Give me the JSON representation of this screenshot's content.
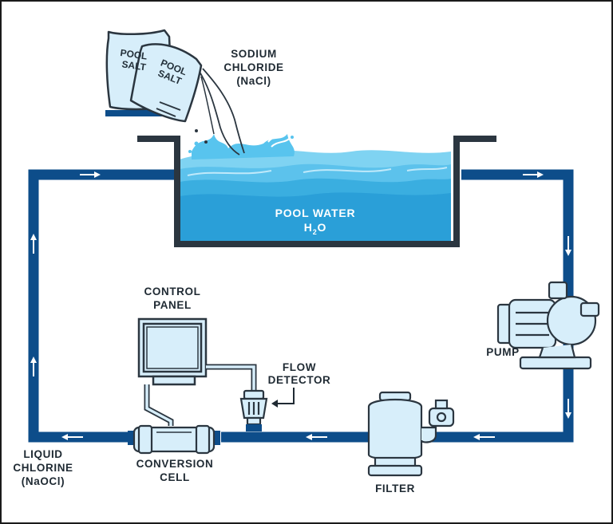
{
  "labels": {
    "sodium": [
      "SODIUM",
      "CHLORIDE",
      "(NaCl)"
    ],
    "pool_water": "POOL WATER",
    "h2o": {
      "h": "H",
      "sub": "2",
      "o": "O"
    },
    "control_panel": [
      "CONTROL",
      "PANEL"
    ],
    "flow_detector": [
      "FLOW",
      "DETECTOR"
    ],
    "pump": "PUMP",
    "filter": "FILTER",
    "conversion_cell": [
      "CONVERSION",
      "CELL"
    ],
    "liquid_chlorine": [
      "LIQUID",
      "CHLORINE",
      "(NaOCl)"
    ],
    "bag1": [
      "POOL",
      "SALT"
    ],
    "bag2": [
      "POOL",
      "SALT"
    ]
  },
  "colors": {
    "pipe": "#0d4d8a",
    "water_light": "#7fd3f2",
    "water_mid": "#3aaee0",
    "water_deep": "#1e8fd0",
    "equipment_fill": "#d7eefa",
    "outline": "#2b3640"
  },
  "icons": [
    "salt-bag-icon",
    "pump-icon",
    "filter-icon",
    "control-panel-icon",
    "conversion-cell-icon",
    "flow-detector-icon",
    "flow-arrow-icon"
  ]
}
